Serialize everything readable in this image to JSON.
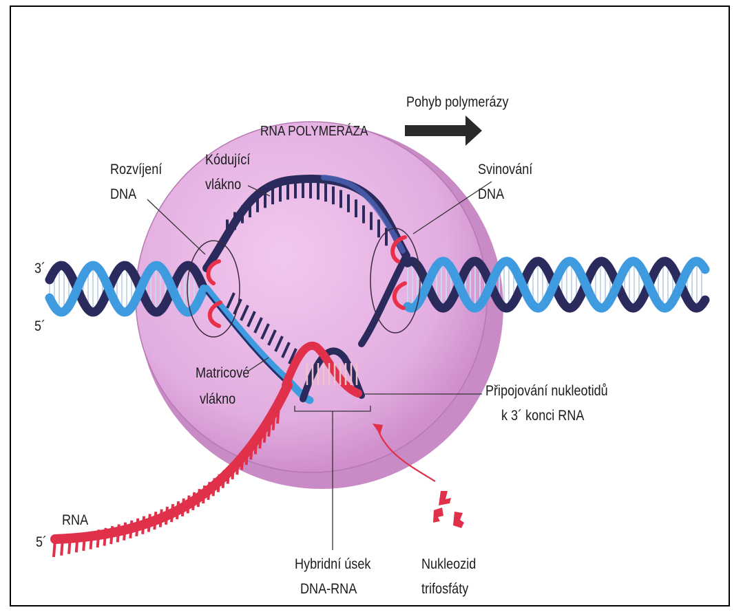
{
  "title": "RNA POLYMERÁZA",
  "arrow_label": "Pohyb polymerázy",
  "labels": {
    "unwinding": [
      "Rozvíjení",
      "DNA"
    ],
    "coding": [
      "Kódující",
      "vlákno"
    ],
    "rewinding": [
      "Svinování",
      "DNA"
    ],
    "template": [
      "Matricové",
      "vlákno"
    ],
    "addition": [
      "Připojování nukleotidů",
      "k 3´ konci RNA"
    ],
    "hybrid": [
      "Hybridní úsek",
      "DNA-RNA"
    ],
    "nucleoside": [
      "Nukleozid",
      "trifosfáty"
    ],
    "rna": "RNA"
  },
  "ends": {
    "dna_top_left": "3´",
    "dna_bottom_left": "5´",
    "rna_end": "5´"
  },
  "colors": {
    "polymerase": "#e8b6e4",
    "polymerase_shadow": "#c87fc4",
    "dna_light": "#3f9be0",
    "dna_dark": "#2b2a5c",
    "rna": "#e0304a",
    "arrow": "#2a2a2a"
  }
}
